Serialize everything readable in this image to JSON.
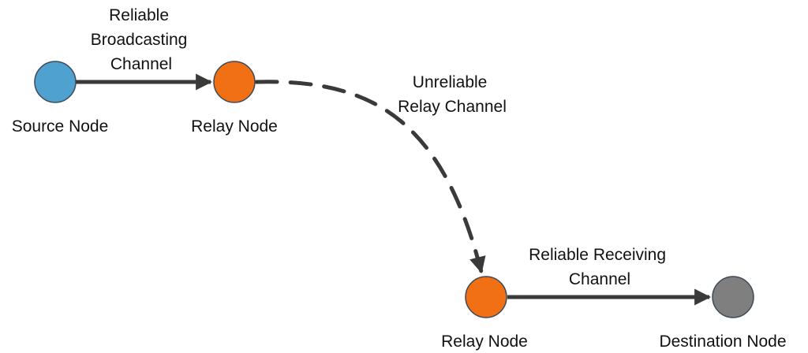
{
  "colors": {
    "source": "#4fa1d0",
    "relay": "#f07013",
    "destination": "#7f7f7f",
    "edge": "#3a3a3a",
    "node_stroke": "#3c4a5a"
  },
  "nodes": {
    "source": {
      "label": "Source Node"
    },
    "relay_top": {
      "label": "Relay Node"
    },
    "relay_bottom": {
      "label": "Relay Node"
    },
    "destination": {
      "label": "Destination Node"
    }
  },
  "edges": {
    "broadcast": {
      "label_lines": [
        "Reliable",
        "Broadcasting",
        "Channel"
      ],
      "style": "solid"
    },
    "relay": {
      "label_lines": [
        "Unreliable",
        "Relay Channel"
      ],
      "style": "dashed"
    },
    "receive": {
      "label_lines": [
        "Reliable Receiving",
        "Channel"
      ],
      "style": "solid"
    }
  }
}
